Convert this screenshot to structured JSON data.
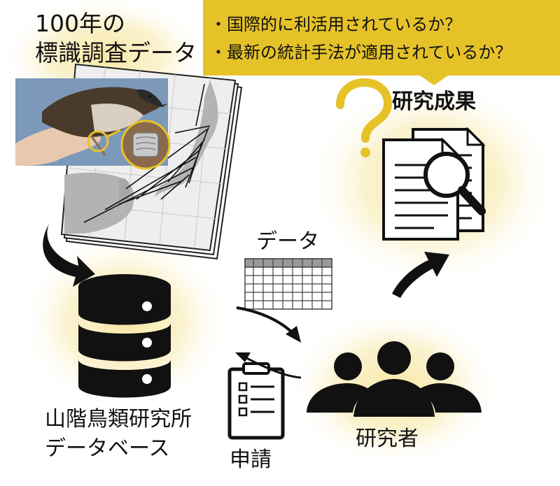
{
  "top_left_title": [
    "100年の",
    "標識調査データ"
  ],
  "banner": {
    "questions": [
      "・国際的に利活用されているか？",
      "・最新の統計手法が適用されているか？"
    ],
    "color": "#e6c229"
  },
  "results_label": "研究成果",
  "data_label": "データ",
  "database_label": [
    "山階鳥類研究所",
    "データベース"
  ],
  "application_label": "申請",
  "researchers_label": "研究者",
  "colors": {
    "accent_yellow": "#e6c229",
    "glow": "#f6e59a",
    "ink": "#111111",
    "grid_header": "#9a9a9a"
  }
}
